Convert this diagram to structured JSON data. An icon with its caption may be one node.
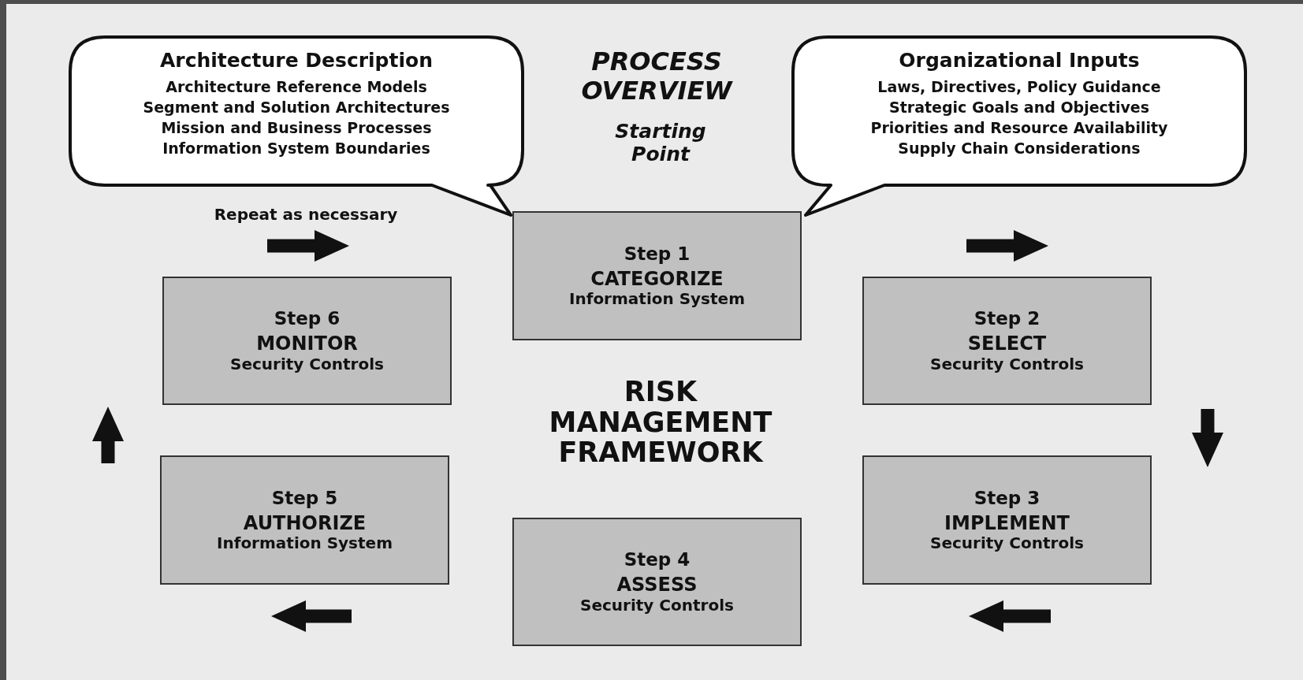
{
  "diagram": {
    "nodes": [
      {
        "text": [
          "Architecture Description",
          "Architecture Reference Models",
          "Segment and Solution Architectures",
          "Mission and Business Processes",
          "Information System Boundaries"
        ]
      },
      {
        "text": [
          "Organizational Inputs",
          "Laws, Directives, Policy Guidance",
          "Strategic Goals and Objectives",
          "Priorities and Resource Availability",
          "Supply Chain Considerations"
        ]
      },
      {
        "text": [
          "Step 1",
          "CATEGORIZE",
          "Information System"
        ]
      },
      {
        "text": [
          "Step 2",
          "SELECT",
          "Security Controls"
        ]
      },
      {
        "text": [
          "Step 3",
          "IMPLEMENT",
          "Security Controls"
        ]
      },
      {
        "text": [
          "Step 4",
          "ASSESS",
          "Security Controls"
        ]
      },
      {
        "text": [
          "Step 5",
          "AUTHORIZE",
          "Information System"
        ]
      },
      {
        "text": [
          "Step 6",
          "MONITOR",
          "Security Controls"
        ]
      }
    ],
    "labels": [
      "PROCESS OVERVIEW",
      "Starting Point",
      "Repeat as necessary",
      "RISK MANAGEMENT FRAMEWORK"
    ]
  }
}
